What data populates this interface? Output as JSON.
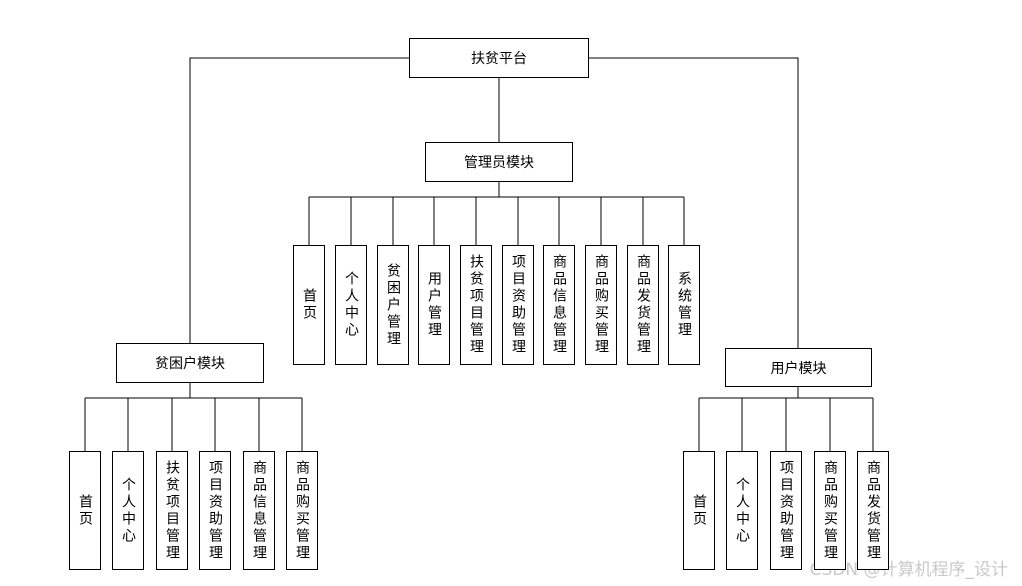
{
  "root": {
    "label": "扶贫平台"
  },
  "modules": {
    "admin": {
      "label": "管理员模块",
      "items": [
        "首页",
        "个人中心",
        "贫困户管理",
        "用户管理",
        "扶贫项目管理",
        "项目资助管理",
        "商品信息管理",
        "商品购买管理",
        "商品发货管理",
        "系统管理"
      ]
    },
    "poor": {
      "label": "贫困户模块",
      "items": [
        "首页",
        "个人中心",
        "扶贫项目管理",
        "项目资助管理",
        "商品信息管理",
        "商品购买管理"
      ]
    },
    "user": {
      "label": "用户模块",
      "items": [
        "首页",
        "个人中心",
        "项目资助管理",
        "商品购买管理",
        "商品发货管理"
      ]
    }
  },
  "watermark": "CSDN @计算机程序_设计"
}
